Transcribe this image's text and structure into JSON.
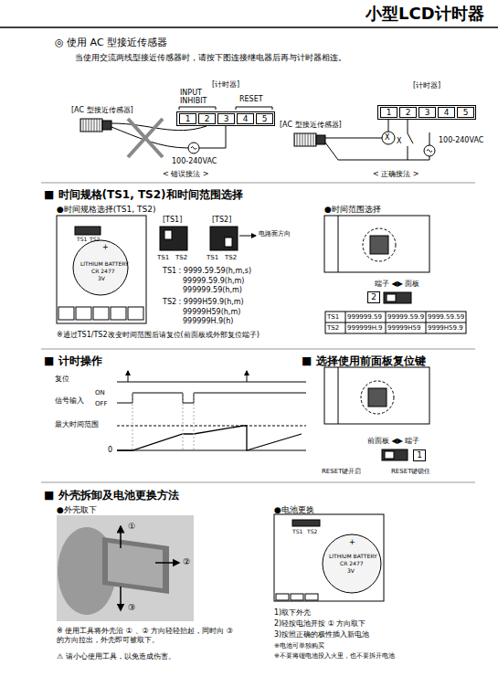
{
  "diagram": {
    "title": "小型LCD计时器",
    "nodes": [
      {
        "text": [
          "[计时器]"
        ]
      },
      {
        "text": [
          "1"
        ],
        "in": 0
      },
      {
        "text": [
          "2"
        ],
        "in": 0
      },
      {
        "text": [
          "3"
        ],
        "in": 0
      },
      {
        "text": [
          "4"
        ],
        "in": 0
      },
      {
        "text": [
          "5"
        ],
        "in": 0
      },
      {
        "text": [
          "[计时器]"
        ]
      },
      {
        "text": [
          "1"
        ],
        "in": 6
      },
      {
        "text": [
          "2"
        ],
        "in": 6
      },
      {
        "text": [
          "3"
        ],
        "in": 6
      },
      {
        "text": [
          "4"
        ],
        "in": 6
      },
      {
        "text": [
          "5"
        ],
        "in": 6
      },
      {
        "text": [
          "2"
        ]
      },
      {
        "text": [
          "1"
        ]
      }
    ],
    "labels": [
      "◎ 使用 AC 型接近传感器",
      "当使用交流两线型接近传感器时，请按下图连接继电器后再与计时器相连。",
      "INPUT",
      "INHIBIT",
      "RESET",
      "[AC 型接近传感器]",
      "100-240VAC",
      "< 错误接法 >",
      "[AC 型接近传感器]",
      "X",
      "X",
      "100-240VAC",
      "< 正确接法 >",
      "■ 时间规格(TS1, TS2)和时间范围选择",
      "●时间规格选择(TS1, TS2)",
      "[TS1]",
      "[TS2]",
      "电路面方向",
      "TS1",
      "TS2",
      "TS1",
      "TS2",
      "TS1 : 9999.59.59(h,m,s)",
      "99999.59.9(h,m)",
      "999999.59(h,m)",
      "TS2 : 9999H59.9(h,m)",
      "99999H59(h,m)",
      "999999H.9(h)",
      "※通过TS1/TS2改变时间范围后请复位(前面板或外部复位端子)",
      "TS1",
      "TS2",
      "LITHIUM BATTERY",
      "CR 2477",
      "3V",
      "+",
      "●时间范围选择",
      "端子 ◀▶ 面板",
      "TS1",
      "999999.59",
      "99999.59.9",
      "9999.59.59",
      "TS2",
      "999999H.9",
      "99999H59",
      "9999H59.9",
      "■ 计时操作",
      "复位",
      "信号输入",
      "ON",
      "OFF",
      "最大时间范围",
      "0",
      "■ 选择使用前面板复位键",
      "前面板 ◀▶ 端子",
      "RESET键开启",
      "RESET键锁住",
      "■ 外壳拆卸及电池更换方法",
      "●外壳取下",
      "①",
      "②",
      "③",
      "※ 使用工具将外壳沿 ① 、② 方向轻轻抬起，同时向 ③ 的方向拉出，外壳即可被取下。",
      "⚠ 请小心使用工具，以免造成伤害。",
      "●电池更换",
      "TS1",
      "TS2",
      "LITHIUM BATTERY",
      "CR 2477",
      "3V",
      "+",
      "1)取下外壳",
      "2)轻按电池开按 ① 方向取下",
      "3)按照正确的极性插入新电池",
      "※电池可单独购买",
      "※不要将锂电池投入火里，也不要拆开电池"
    ]
  }
}
